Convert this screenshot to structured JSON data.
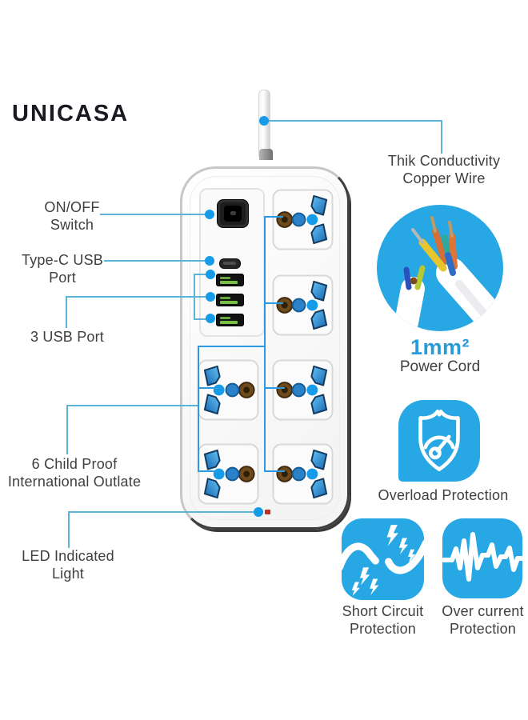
{
  "brand": {
    "logo": "UNICASA"
  },
  "callouts": {
    "switch": "ON/OFF\nSwitch",
    "type_c": "Type-C USB\nPort",
    "usb": "3 USB Port",
    "child_proof": "6 Child Proof\nInternational Outlate",
    "led": "LED Indicated\nLight",
    "copper_wire": "Thik Conductivity\nCopper Wire"
  },
  "features": {
    "power_cord": {
      "value": "1mm²",
      "label": "Power Cord"
    },
    "overload": {
      "label": "Overload Protection"
    },
    "short_circuit": {
      "label": "Short Circuit\nProtection"
    },
    "over_current": {
      "label": "Over current\nProtection"
    }
  },
  "icons": {
    "power_cord": "stripped-cable-icon",
    "overload": "shield-gauge-icon",
    "short_circuit": "broken-wire-spark-icon",
    "over_current": "current-waveform-icon"
  },
  "colors": {
    "accent_blue": "#27a7e3",
    "line_light": "#5cb3d8",
    "line_bright": "#2a9ae4",
    "dot_blue": "#159be8",
    "value_blue": "#2a9ad8",
    "text_dark": "#3f3f3f",
    "usb_green": "#76c043",
    "led_red": "#c23020",
    "copper_brown": "#6e4a1c",
    "prong_blue": "#2f8fd8"
  }
}
